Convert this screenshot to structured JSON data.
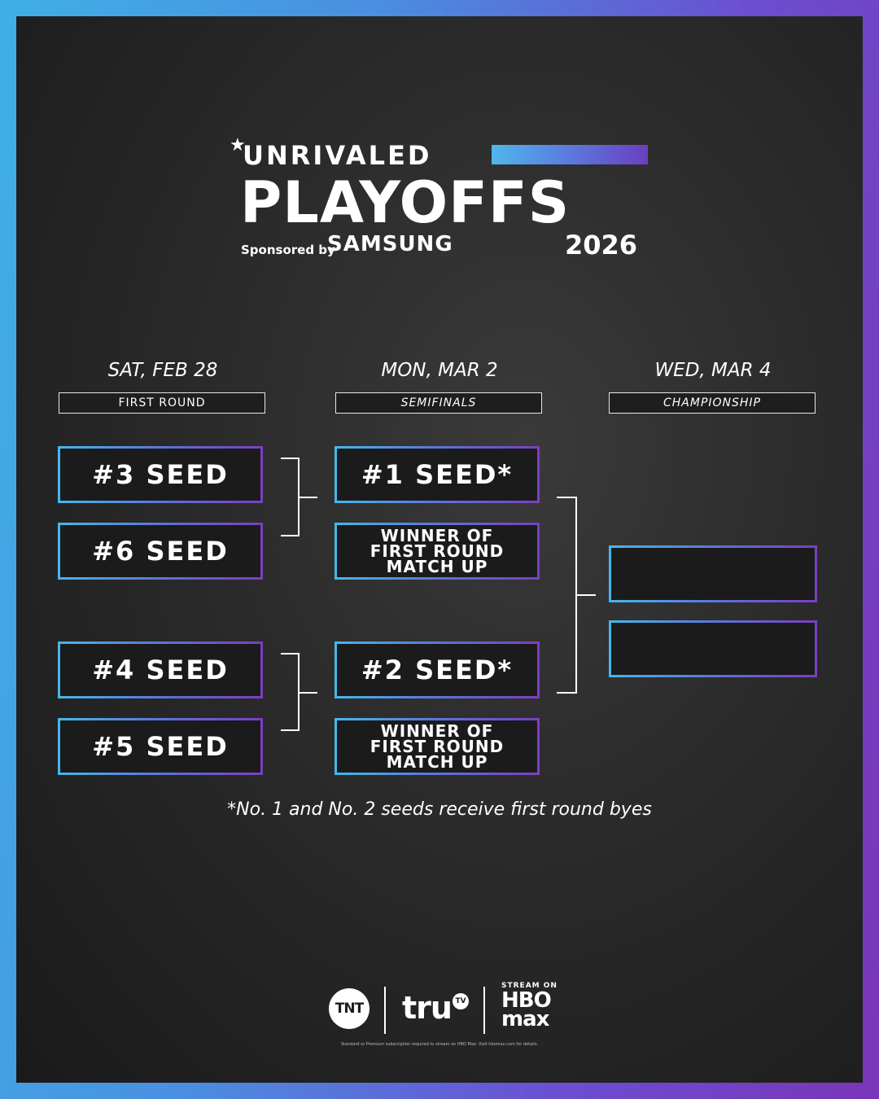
{
  "header": {
    "brand": "UNRIVALED",
    "title": "PLAYOFFS",
    "sponsor_prefix": "Sponsored by",
    "sponsor_name": "SAMSUNG",
    "year": "2026"
  },
  "rounds": [
    {
      "date": "SAT, FEB 28",
      "label": "FIRST ROUND"
    },
    {
      "date": "MON, MAR 2",
      "label": "SEMIFINALS"
    },
    {
      "date": "WED, MAR 4",
      "label": "CHAMPIONSHIP"
    }
  ],
  "first_round": [
    "#3 SEED",
    "#6 SEED",
    "#4 SEED",
    "#5 SEED"
  ],
  "semifinals": [
    "#1 SEED*",
    "WINNER OF\nFIRST ROUND\nMATCH UP",
    "#2 SEED*",
    "WINNER OF\nFIRST ROUND\nMATCH UP"
  ],
  "championship": [
    "",
    ""
  ],
  "footnote": "*No. 1 and No. 2 seeds receive first round byes",
  "footer": {
    "tnt": "TNT",
    "tru": "tru",
    "tru_tv": "TV",
    "stream_on": "STREAM ON",
    "hbo_max": "HBO\nmax",
    "disclaimer": "Standard or Premium subscription required to stream on HBO Max. Visit hbomax.com for details."
  },
  "colors": {
    "accent_cyan": "#47b6ea",
    "accent_purple": "#7a3fc0",
    "background": "#2a2a2a"
  }
}
